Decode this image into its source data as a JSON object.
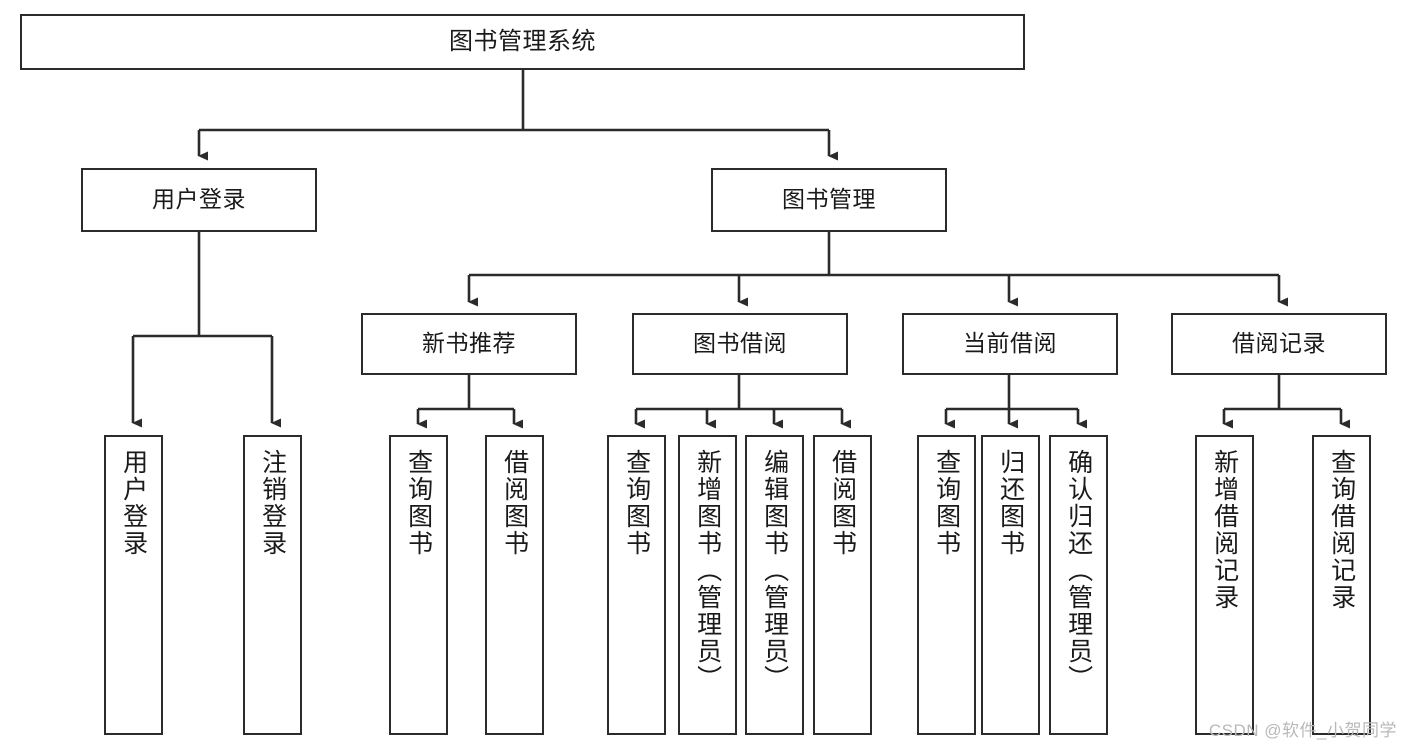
{
  "diagram": {
    "title": "图书管理系统",
    "type": "tree-hierarchy-chart",
    "watermark": "CSDN @软件_小贺同学",
    "colors": {
      "stroke": "#2b2b2b",
      "fill": "#ffffff",
      "text": "#1a1a1a",
      "watermark": "#b9b9b9"
    },
    "nodes": {
      "root": {
        "label": "图书管理系统"
      },
      "level1": [
        {
          "id": "user-login",
          "label": "用户登录"
        },
        {
          "id": "book-manage",
          "label": "图书管理"
        }
      ],
      "level2": [
        {
          "id": "new-book-recommend",
          "label": "新书推荐"
        },
        {
          "id": "book-borrow",
          "label": "图书借阅"
        },
        {
          "id": "current-borrow",
          "label": "当前借阅"
        },
        {
          "id": "borrow-record",
          "label": "借阅记录"
        }
      ],
      "leaves": {
        "user_login": [
          {
            "id": "leaf-user-login",
            "label": "用户登录"
          },
          {
            "id": "leaf-logout-login",
            "label": "注销登录"
          }
        ],
        "new_book_recommend": [
          {
            "id": "leaf-query-book-1",
            "label": "查询图书"
          },
          {
            "id": "leaf-borrow-book-1",
            "label": "借阅图书"
          }
        ],
        "book_borrow": [
          {
            "id": "leaf-query-book-2",
            "label": "查询图书"
          },
          {
            "id": "leaf-add-book",
            "label": "新增图书（管理员）"
          },
          {
            "id": "leaf-edit-book",
            "label": "编辑图书（管理员）"
          },
          {
            "id": "leaf-borrow-book-2",
            "label": "借阅图书"
          }
        ],
        "current_borrow": [
          {
            "id": "leaf-query-book-3",
            "label": "查询图书"
          },
          {
            "id": "leaf-return-book",
            "label": "归还图书"
          },
          {
            "id": "leaf-confirm-return",
            "label": "确认归还（管理员）"
          }
        ],
        "borrow_record": [
          {
            "id": "leaf-add-record",
            "label": "新增借阅记录"
          },
          {
            "id": "leaf-query-record",
            "label": "查询借阅记录"
          }
        ]
      }
    }
  }
}
